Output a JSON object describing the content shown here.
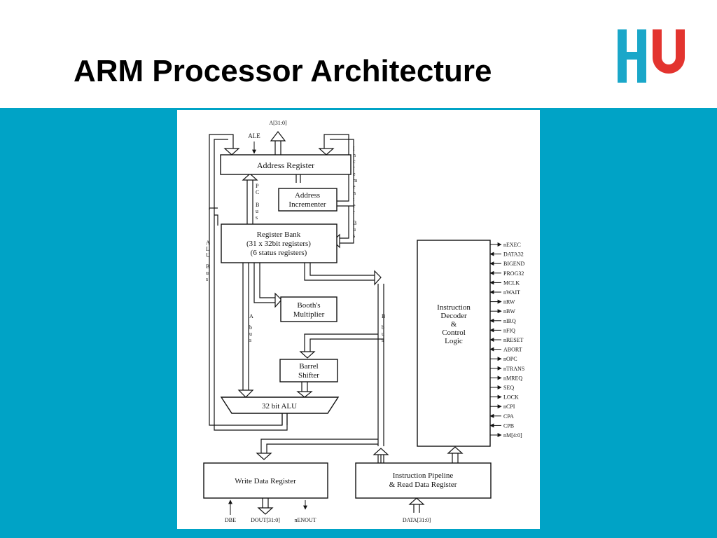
{
  "slide": {
    "title": "ARM Processor Architecture",
    "colors": {
      "band": "#00a3c6",
      "logo_blue": "#1aa7c9",
      "logo_red": "#e3342f"
    },
    "logo_icon": "hu-logo-icon"
  },
  "diagram": {
    "blocks": {
      "address_register": [
        "Address Register"
      ],
      "address_incrementer": [
        "Address",
        "Incrementer"
      ],
      "register_bank": [
        "Register Bank",
        "(31 x 32bit registers)",
        "(6 status registers)"
      ],
      "booths_multiplier": [
        "Booth's",
        "Multiplier"
      ],
      "barrel_shifter": [
        "Barrel",
        "Shifter"
      ],
      "alu": [
        "32 bit ALU"
      ],
      "write_data_register": [
        "Write Data Register"
      ],
      "instruction_pipeline": [
        "Instruction Pipeline",
        "& Read Data Register"
      ],
      "instruction_decoder": [
        "Instruction",
        "Decoder",
        "&",
        "Control",
        "Logic"
      ]
    },
    "buses": {
      "pc_bus": [
        "P",
        "C",
        "",
        "B",
        "u",
        "s"
      ],
      "incrementer_bus": [
        "I",
        "n",
        "c",
        "r",
        "e",
        "m",
        "e",
        "n",
        "t",
        "e",
        "r",
        "",
        "B",
        "u",
        "s"
      ],
      "alu_bus": [
        "A",
        "L",
        "U",
        "",
        "B",
        "u",
        "s"
      ],
      "a_bus": [
        "A",
        "",
        "b",
        "u",
        "s"
      ],
      "b_bus": [
        "B",
        "",
        "b",
        "u",
        "s"
      ]
    },
    "signals": {
      "address_out": "A[31:0]",
      "ale": "ALE",
      "dbe": "DBE",
      "dout": "DOUT[31:0]",
      "nenout": "nENOUT",
      "data_in": "DATA[31:0]"
    },
    "control_signals": [
      {
        "label": "nEXEC",
        "dir": "out"
      },
      {
        "label": "DATA32",
        "dir": "in"
      },
      {
        "label": "BIGEND",
        "dir": "in"
      },
      {
        "label": "PROG32",
        "dir": "in"
      },
      {
        "label": "MCLK",
        "dir": "in"
      },
      {
        "label": "nWAIT",
        "dir": "in"
      },
      {
        "label": "nRW",
        "dir": "out"
      },
      {
        "label": "nBW",
        "dir": "out"
      },
      {
        "label": "nIRQ",
        "dir": "in"
      },
      {
        "label": "nFIQ",
        "dir": "in"
      },
      {
        "label": "nRESET",
        "dir": "in"
      },
      {
        "label": "ABORT",
        "dir": "in"
      },
      {
        "label": "nOPC",
        "dir": "out"
      },
      {
        "label": "nTRANS",
        "dir": "out"
      },
      {
        "label": "nMREQ",
        "dir": "out"
      },
      {
        "label": "SEQ",
        "dir": "out"
      },
      {
        "label": "LOCK",
        "dir": "out"
      },
      {
        "label": "nCPI",
        "dir": "out"
      },
      {
        "label": "CPA",
        "dir": "in"
      },
      {
        "label": "CPB",
        "dir": "in"
      },
      {
        "label": "nM[4:0]",
        "dir": "out"
      }
    ]
  }
}
